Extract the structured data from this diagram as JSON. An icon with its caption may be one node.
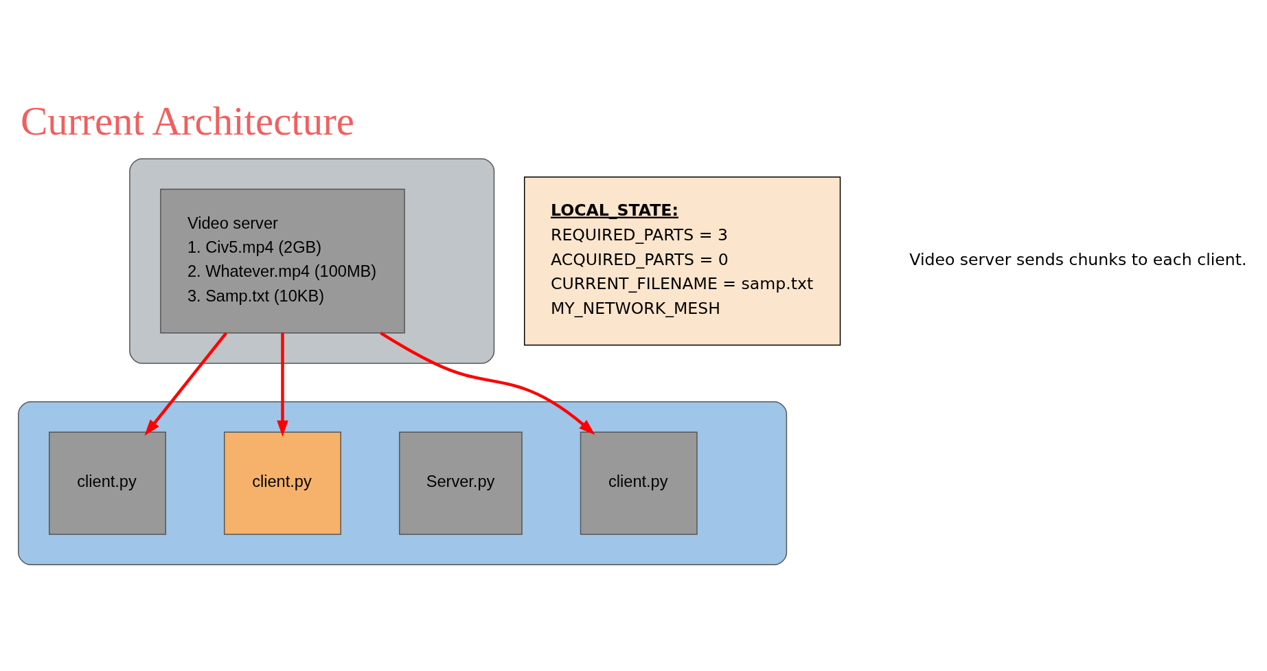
{
  "diagram": {
    "title": "Current Architecture",
    "nodes": [
      {
        "text": [],
        "shape": "cloud"
      },
      {
        "text": [
          "Video server",
          "1. Civ5.mp4 (2GB)",
          "2. Whatever.mp4 (100MB)",
          "3. Samp.txt (10KB)"
        ],
        "in": 0
      },
      {
        "text": [],
        "shape": "cloud"
      },
      {
        "text": [
          "client.py"
        ],
        "in": 2
      },
      {
        "text": [
          "Server.py"
        ],
        "in": 2
      },
      {
        "text": [
          "client.py"
        ],
        "in": 2
      },
      {
        "text": [
          "client.py"
        ],
        "in": 2
      },
      {
        "text": [
          "LOCAL_STATE:",
          "REQUIRED_PARTS = 3",
          "ACQUIRED_PARTS = 0",
          "CURRENT_FILENAME = samp.txt",
          "MY_NETWORK_MESH"
        ]
      }
    ],
    "edges": [
      {
        "from": 1,
        "to": 3,
        "arrow": "to"
      },
      {
        "from": 1,
        "to": 5,
        "arrow": "to"
      },
      {
        "from": 1,
        "to": 6,
        "arrow": "to"
      }
    ],
    "labels": [
      "Video server sends chunks to each client."
    ]
  }
}
